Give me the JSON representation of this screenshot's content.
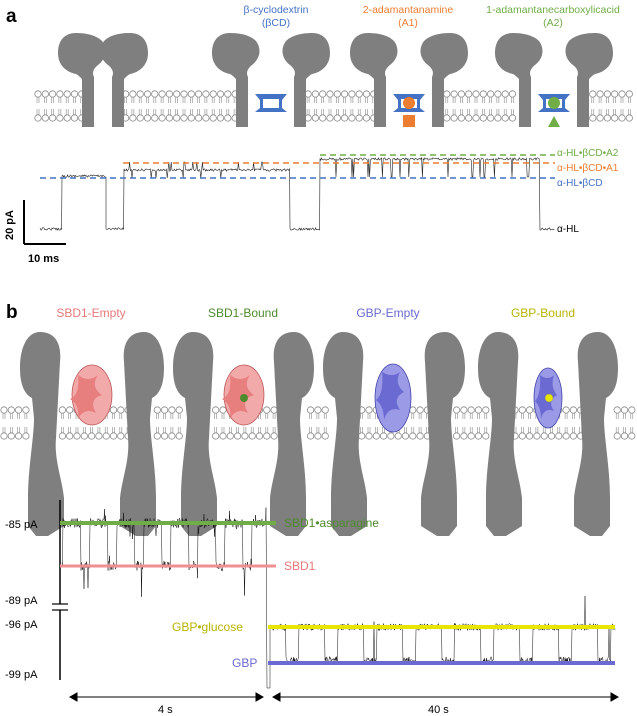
{
  "panel_a": {
    "letter": "a",
    "molecules": {
      "bcd": {
        "name": "β-cyclodextrin",
        "abbr": "(βCD)"
      },
      "a1": {
        "name": "2-adamantanamine",
        "abbr": "(A1)"
      },
      "a2": {
        "name": "1-adamantanecarboxylicacid",
        "abbr": "(A2)"
      }
    },
    "levels": {
      "a2": "α-HL•βCD•A2",
      "a1": "α-HL•βCD•A1",
      "bcd": "α-HL•βCD",
      "open": "α-HL"
    },
    "scalebar": {
      "current": "20 pA",
      "time": "10 ms"
    }
  },
  "panel_b": {
    "letter": "b",
    "proteins": [
      "SBD1-Empty",
      "SBD1-Bound",
      "GBP-Empty",
      "GBP-Bound"
    ],
    "y_ticks": [
      "-85 pA",
      "-89 pA",
      "-96 pA",
      "-99 pA"
    ],
    "levels": {
      "sbd1_asn": "SBD1•asparagine",
      "sbd1": "SBD1",
      "gbp_glc": "GBP•glucose",
      "gbp": "GBP"
    },
    "durations": {
      "left": "4 s",
      "right": "40 s"
    }
  },
  "colors": {
    "protein_gray": "#7f7f7f",
    "bcd_blue": "#4472c4",
    "a1_orange": "#ed7d31",
    "a2_green": "#70ad47",
    "sbd1_pink": "#e8797a",
    "sbd1_green": "#4e8b2c",
    "gbp_purple": "#6a6ad2",
    "gbp_yellow": "#b8b400"
  }
}
